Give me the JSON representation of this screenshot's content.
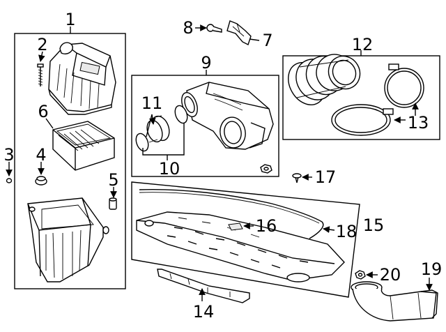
{
  "callouts": {
    "c1": "1",
    "c2": "2",
    "c3": "3",
    "c4": "4",
    "c5": "5",
    "c6": "6",
    "c7": "7",
    "c8": "8",
    "c9": "9",
    "c10": "10",
    "c11": "11",
    "c12": "12",
    "c13": "13",
    "c14": "14",
    "c15": "15",
    "c16": "16",
    "c17": "17",
    "c18": "18",
    "c19": "19",
    "c20": "20"
  },
  "parts": [
    {
      "ref": "1",
      "name": "air-cleaner-assembly"
    },
    {
      "ref": "2",
      "name": "bolt"
    },
    {
      "ref": "3",
      "name": "grommet"
    },
    {
      "ref": "4",
      "name": "insulator"
    },
    {
      "ref": "5",
      "name": "insulator"
    },
    {
      "ref": "6",
      "name": "filter-element"
    },
    {
      "ref": "7",
      "name": "bracket"
    },
    {
      "ref": "8",
      "name": "bolt"
    },
    {
      "ref": "9",
      "name": "outlet-duct"
    },
    {
      "ref": "10",
      "name": "clamp"
    },
    {
      "ref": "11",
      "name": "clamp"
    },
    {
      "ref": "12",
      "name": "hose-and-clamps"
    },
    {
      "ref": "13",
      "name": "clamp"
    },
    {
      "ref": "14",
      "name": "support"
    },
    {
      "ref": "15",
      "name": "air-deflector-assembly"
    },
    {
      "ref": "16",
      "name": "clip"
    },
    {
      "ref": "17",
      "name": "push-pin"
    },
    {
      "ref": "18",
      "name": "seal"
    },
    {
      "ref": "19",
      "name": "inlet-duct"
    },
    {
      "ref": "20",
      "name": "nut"
    }
  ]
}
